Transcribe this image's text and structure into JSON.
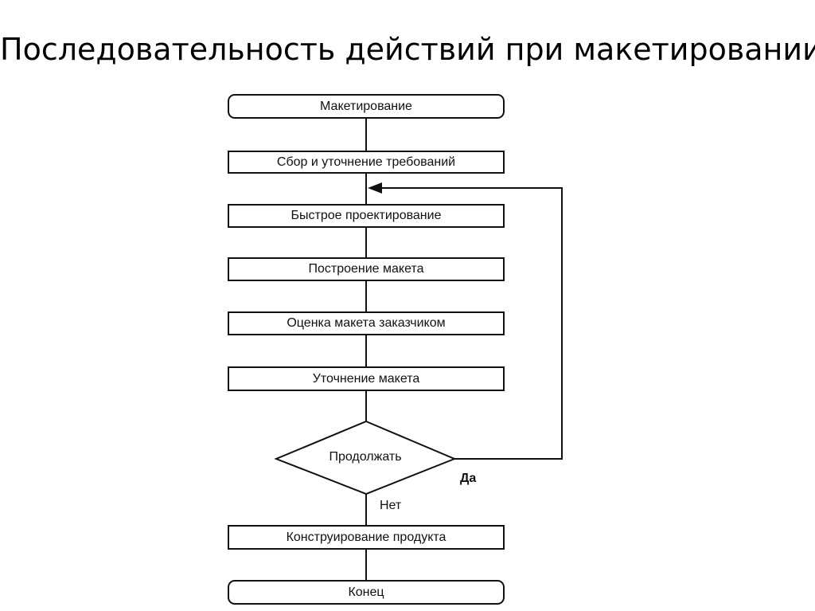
{
  "title": "Последовательность действий при макетировании",
  "flowchart": {
    "start": "Макетирование",
    "steps": [
      "Сбор и уточнение требований",
      "Быстрое проектирование",
      "Построение макета",
      "Оценка макета заказчиком",
      "Уточнение макета"
    ],
    "decision": "Продолжать",
    "yes_label": "Да",
    "no_label": "Нет",
    "final_step": "Конструирование продукта",
    "end": "Конец"
  }
}
